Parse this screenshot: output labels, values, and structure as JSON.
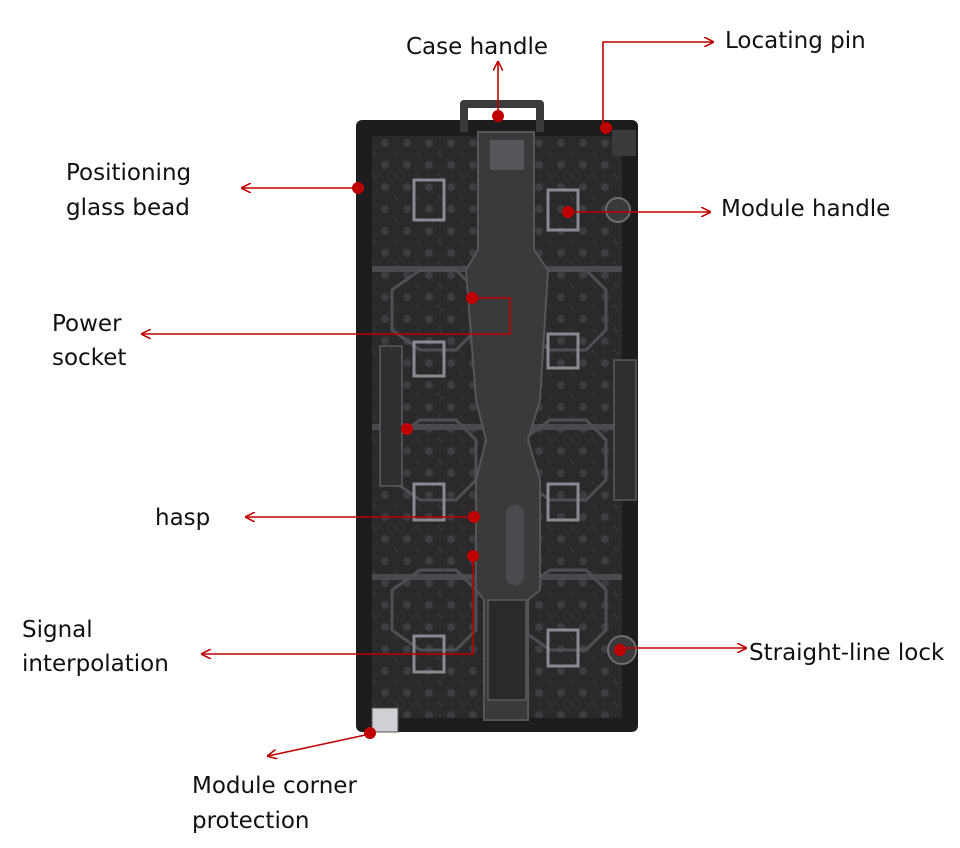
{
  "colors": {
    "annotation": "#c00000",
    "panel_dark": "#1d1d1f",
    "panel_mid": "#3a3a3d",
    "panel_light": "#6b6b70",
    "text": "#111111"
  },
  "labels": {
    "case_handle": "Case handle",
    "locating_pin": "Locating pin",
    "positioning_glass_bead_1": "Positioning",
    "positioning_glass_bead_2": "glass bead",
    "module_handle": "Module handle",
    "power_socket_1": "Power",
    "power_socket_2": "socket",
    "hasp": "hasp",
    "signal_interpolation_1": "Signal",
    "signal_interpolation_2": "interpolation",
    "straight_line_lock": "Straight-line lock",
    "module_corner_protection_1": "Module corner",
    "module_corner_protection_2": "protection"
  }
}
